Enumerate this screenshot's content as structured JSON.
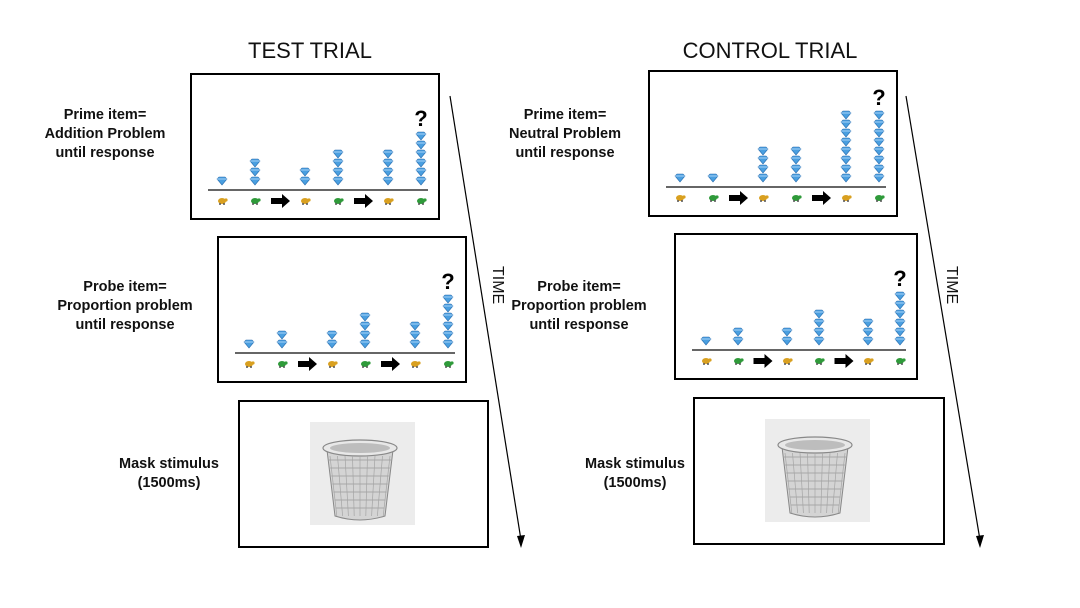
{
  "columns": [
    {
      "key": "test",
      "title": "TEST TRIAL",
      "prime_label": [
        "Prime item=",
        "Addition Problem",
        "until response"
      ],
      "probe_label": [
        "Probe item=",
        "Proportion  problem",
        "until response"
      ],
      "mask_label": [
        "Mask stimulus",
        "(1500ms)"
      ],
      "time_label": "TIME",
      "prime_stacks": [
        1,
        3,
        2,
        4,
        4,
        6
      ],
      "probe_stacks": [
        1,
        2,
        2,
        4,
        3,
        6
      ]
    },
    {
      "key": "control",
      "title": "CONTROL TRIAL",
      "prime_label": [
        "Prime item=",
        "Neutral Problem",
        "until response"
      ],
      "probe_label": [
        "Probe item=",
        "Proportion  problem",
        "until response"
      ],
      "mask_label": [
        "Mask stimulus",
        "(1500ms)"
      ],
      "time_label": "TIME",
      "prime_stacks": [
        1,
        1,
        4,
        4,
        8,
        8
      ],
      "probe_stacks": [
        1,
        2,
        2,
        4,
        3,
        6
      ]
    }
  ],
  "question_mark": "?",
  "icons": {
    "gem": "blue-diamond-icon",
    "creature_a": "orange-turtle-icon",
    "creature_b": "green-turtle-icon",
    "arrow": "right-arrow-icon",
    "mask": "basket-image"
  },
  "colors": {
    "gem": "#4a9fe0",
    "creature_a": "#d9a020",
    "creature_b": "#2f9a3a",
    "frame": "#000000"
  }
}
